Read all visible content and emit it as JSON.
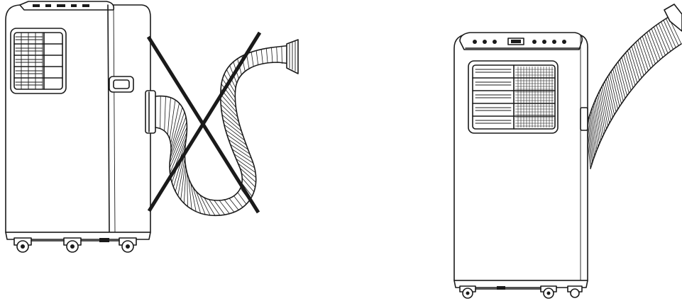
{
  "figure": {
    "panels": [
      {
        "id": "incorrect",
        "verdict": "incorrect",
        "mark": "cross-mark-icon"
      },
      {
        "id": "correct",
        "verdict": "correct",
        "mark": "none"
      }
    ],
    "colors": {
      "line": "#1a1a1a",
      "background": "#ffffff"
    }
  }
}
